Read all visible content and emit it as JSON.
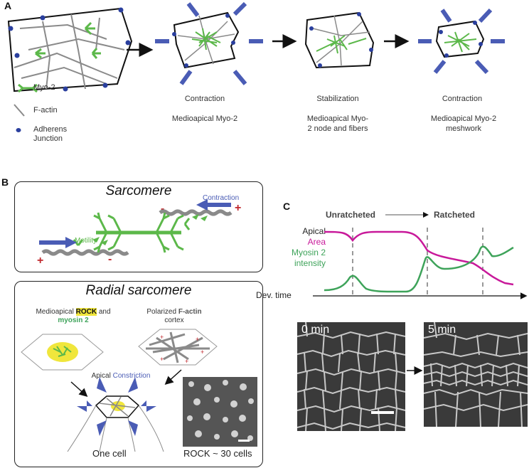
{
  "panel_a": {
    "letter": "A",
    "legend": [
      {
        "label": "Myo-2",
        "icon": "myosin-icon"
      },
      {
        "label": "F-actin",
        "icon": "actin-line-icon"
      },
      {
        "label": "Adherens Junction",
        "icon": "junction-dot-icon"
      }
    ],
    "steps": [
      {
        "title": "Contraction",
        "subtitle": "Medioapical Myo-2"
      },
      {
        "title": "Stabilization",
        "subtitle": "Medioapical Myo-2 node and fibers"
      },
      {
        "title": "Contraction",
        "subtitle": "Medioapical Myo-2 meshwork"
      }
    ]
  },
  "panel_b": {
    "letter": "B",
    "sarcomere": {
      "title": "Sarcomere",
      "contraction": "Contraction",
      "motility": "Motility",
      "plus": "+",
      "minus": "-"
    },
    "radial": {
      "title": "Radial sarcomere",
      "medioapical_1": "Medioapical",
      "rock": "ROCK",
      "and": "and",
      "myosin2": "myosin 2",
      "polarized_1": "Polarized",
      "factin": "F-actin",
      "cortex": "cortex",
      "apical": "Apical",
      "constriction": "Constriction",
      "one_cell": "One cell",
      "rock_cells": "ROCK ~ 30 cells"
    }
  },
  "panel_c": {
    "letter": "C",
    "unratcheted": "Unratcheted",
    "ratcheted": "Ratcheted",
    "label_apical": "Apical",
    "label_area": "Area",
    "label_myosin": "Myosin 2",
    "label_intensity": "intensity",
    "xaxis": "Dev. time",
    "image_0": "0 min",
    "image_5": "5 min"
  },
  "colors": {
    "myosin_green": "#5cb84a",
    "actin_gray": "#8a8a8a",
    "junction_blue": "#2a3f9e",
    "force_arrow": "#4a5cb5",
    "area_magenta": "#c8199a",
    "myosin_line": "#3ea35a",
    "rock_yellow": "#f0e63c",
    "plus_red": "#c0282d"
  }
}
